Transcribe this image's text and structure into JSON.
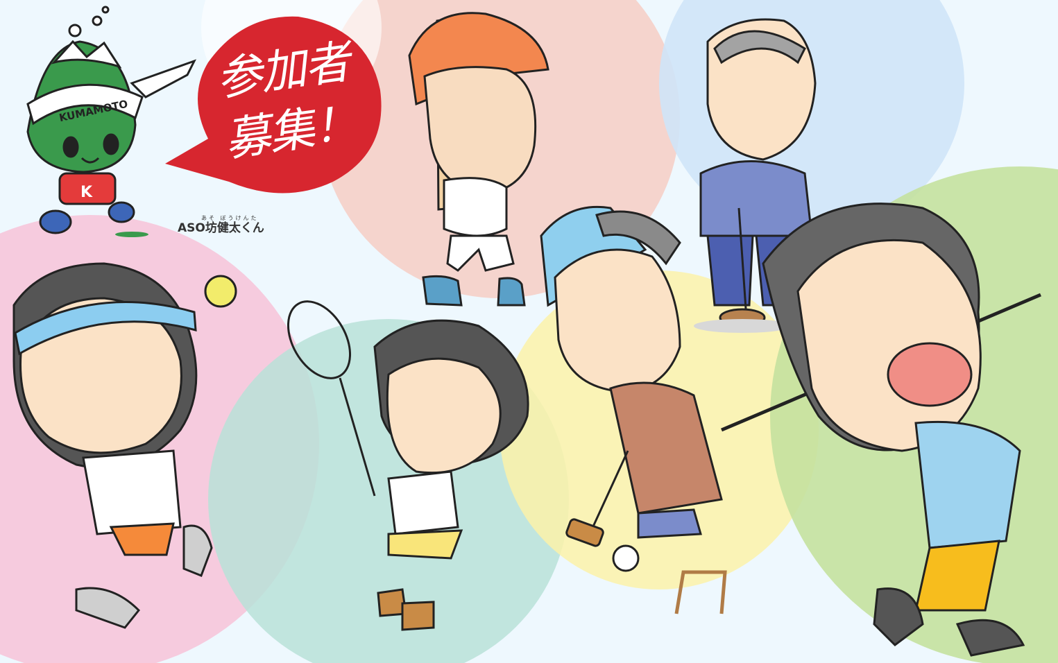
{
  "callout": {
    "line1": "参加者",
    "line2": "募集！"
  },
  "mascot": {
    "ruby": "あそ ぼうけんた",
    "name": "ASO坊健太くん",
    "band_text": "KUMAMOTO",
    "shirt_letter": "K"
  },
  "colors": {
    "bubble": "#d7262f",
    "mascot_green": "#3a9a4c",
    "shirt_red": "#e43b3b",
    "sky": "#e9f6ff",
    "grass": "#b9dc8e"
  },
  "illustrations": [
    "runner-woman",
    "tennis-player",
    "baseball-batter",
    "croquet-player",
    "gateball-elder",
    "golfer"
  ]
}
